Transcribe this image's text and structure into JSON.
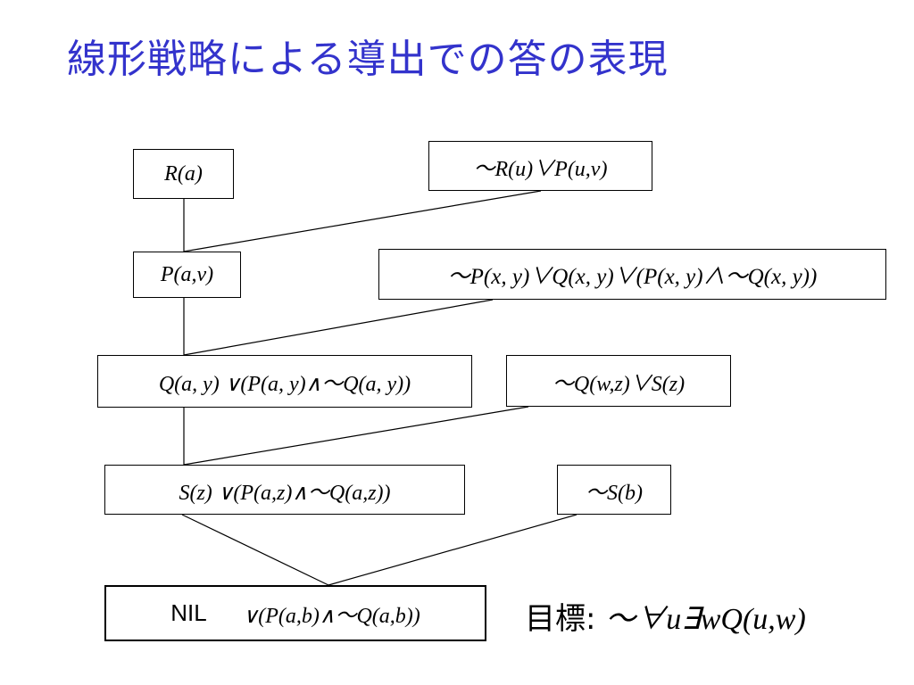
{
  "title": "線形戦略による導出での答の表現",
  "nodes": {
    "r_a": "R(a)",
    "not_r_or_p": "～R(u)∨P(u,v)",
    "p_av": "P(a,v)",
    "big_clause": "～P(x, y)∨Q(x, y)∨(P(x, y)∧～Q(x, y))",
    "q_ay": "Q(a, y) ∨(P(a, y)∧～Q(a, y))",
    "not_q_or_s": "～Q(w,z)∨S(z)",
    "s_z": "S(z) ∨(P(a,z)∧～Q(a,z))",
    "not_s_b": "～S(b)",
    "nil_word": "NIL",
    "nil_rest": "∨(P(a,b)∧～Q(a,b))"
  },
  "goal": {
    "label": "目標: ",
    "formula": "～∀u∃wQ(u,w)"
  }
}
